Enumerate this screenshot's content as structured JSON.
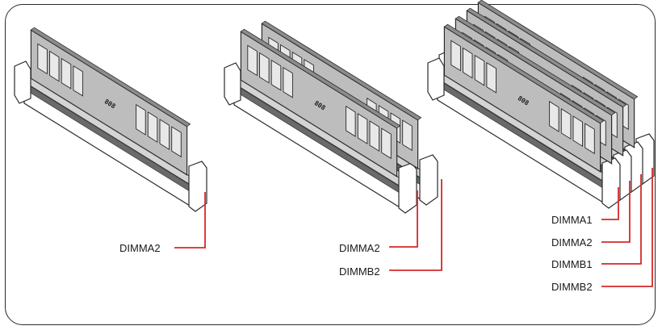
{
  "colors": {
    "frame": "#2a2a2a",
    "socket_light": "#ffffff",
    "socket_mid": "#d4d4d4",
    "socket_dark": "#6a6a6a",
    "module": "#bdbdbd",
    "module_dark": "#8c8c8c",
    "chip": "#e8e8e8",
    "callout": "#d42a2a",
    "text": "#1a1a1a"
  },
  "module_marking": "808",
  "configurations": [
    {
      "name": "one-module",
      "modules": 1,
      "labels": [
        "DIMMA2"
      ]
    },
    {
      "name": "two-modules",
      "modules": 2,
      "labels": [
        "DIMMA2",
        "DIMMB2"
      ]
    },
    {
      "name": "four-modules",
      "modules": 4,
      "labels": [
        "DIMMA1",
        "DIMMA2",
        "DIMMB1",
        "DIMMB2"
      ]
    }
  ]
}
